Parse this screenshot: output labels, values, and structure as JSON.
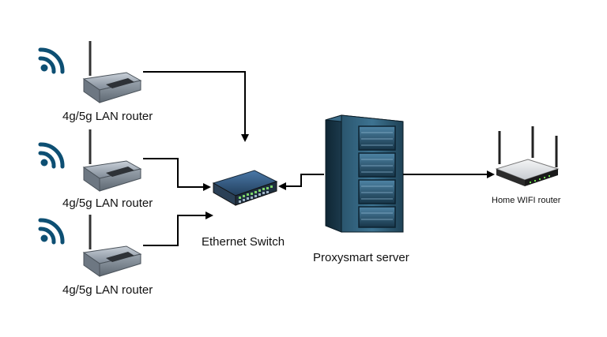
{
  "labels": {
    "router1": "4g/5g LAN router",
    "router2": "4g/5g LAN router",
    "router3": "4g/5g LAN router",
    "switch": "Ethernet Switch",
    "server": "Proxysmart server",
    "home_router": "Home WIFI router"
  },
  "colors": {
    "wifi_icon": "#0d4f73",
    "connector": "#000000",
    "server_body": "#1d3d52",
    "router_body": "#8c97a3"
  }
}
